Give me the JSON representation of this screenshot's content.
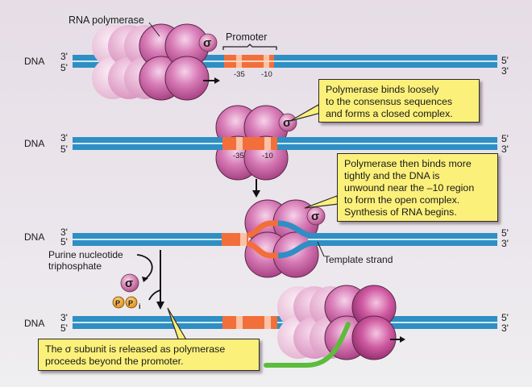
{
  "labels": {
    "rna_polymerase": "RNA polymerase",
    "promoter": "Promoter",
    "dna": "DNA",
    "three_prime": "3'",
    "five_prime": "5'",
    "minus35": "-35",
    "minus10": "-10",
    "sigma": "σ",
    "template_strand": "Template strand",
    "purine_ntp": "Purine nucleotide\ntriphosphate",
    "purine_ntp_line1": "Purine nucleotide",
    "purine_ntp_line2": "triphosphate",
    "pp": "P",
    "pp_subscript": "i"
  },
  "callouts": {
    "closed_complex": "Polymerase binds loosely\nto the consensus sequences\nand forms a closed complex.",
    "open_complex": "Polymerase then binds more\ntightly and the DNA is\nunwound near the –10 region\nto form the open complex.\nSynthesis of RNA begins.",
    "sigma_release": "The  σ subunit is released as polymerase\nproceeds beyond the promoter."
  },
  "colors": {
    "dna_blue": "#2f8fc4",
    "dna_highlight": "#9fd3ee",
    "promoter_orange": "#f26f3a",
    "promoter_light": "#f9c2a6",
    "polymerase_pink": "#c4509a",
    "rna_green": "#5cbc3c",
    "callout_yellow": "#fbf07a",
    "phosphate_orange": "#f0a030"
  }
}
